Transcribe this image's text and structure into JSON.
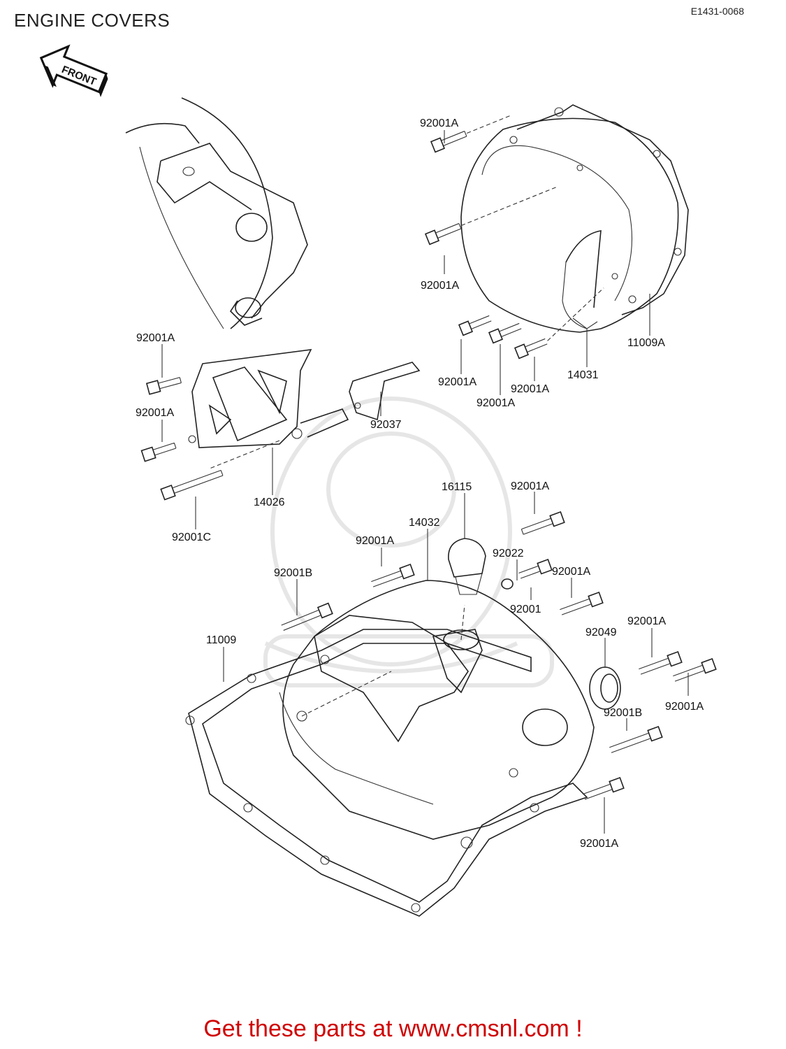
{
  "header": {
    "title": "ENGINE COVERS",
    "code": "E1431-0068"
  },
  "front_arrow": {
    "label": "FRONT",
    "icon": "front-arrow-icon"
  },
  "parts": [
    {
      "id": "p1",
      "label": "92001A"
    },
    {
      "id": "p2",
      "label": "92001A"
    },
    {
      "id": "p3",
      "label": "11009A"
    },
    {
      "id": "p4",
      "label": "14031"
    },
    {
      "id": "p5",
      "label": "92001A"
    },
    {
      "id": "p6",
      "label": "92001A"
    },
    {
      "id": "p7",
      "label": "92001A"
    },
    {
      "id": "p8",
      "label": "92001A"
    },
    {
      "id": "p9",
      "label": "92001A"
    },
    {
      "id": "p10",
      "label": "92037"
    },
    {
      "id": "p11",
      "label": "14026"
    },
    {
      "id": "p12",
      "label": "92001C"
    },
    {
      "id": "p13",
      "label": "16115"
    },
    {
      "id": "p14",
      "label": "92001A"
    },
    {
      "id": "p15",
      "label": "14032"
    },
    {
      "id": "p16",
      "label": "92001A"
    },
    {
      "id": "p17",
      "label": "92022"
    },
    {
      "id": "p18",
      "label": "92001A"
    },
    {
      "id": "p19",
      "label": "92001B"
    },
    {
      "id": "p20",
      "label": "92001"
    },
    {
      "id": "p21",
      "label": "92049"
    },
    {
      "id": "p22",
      "label": "92001A"
    },
    {
      "id": "p23",
      "label": "11009"
    },
    {
      "id": "p24",
      "label": "92001A"
    },
    {
      "id": "p25",
      "label": "92001B"
    },
    {
      "id": "p26",
      "label": "92001A"
    }
  ],
  "footer": {
    "text": "Get these parts at www.cmsnl.com !"
  }
}
